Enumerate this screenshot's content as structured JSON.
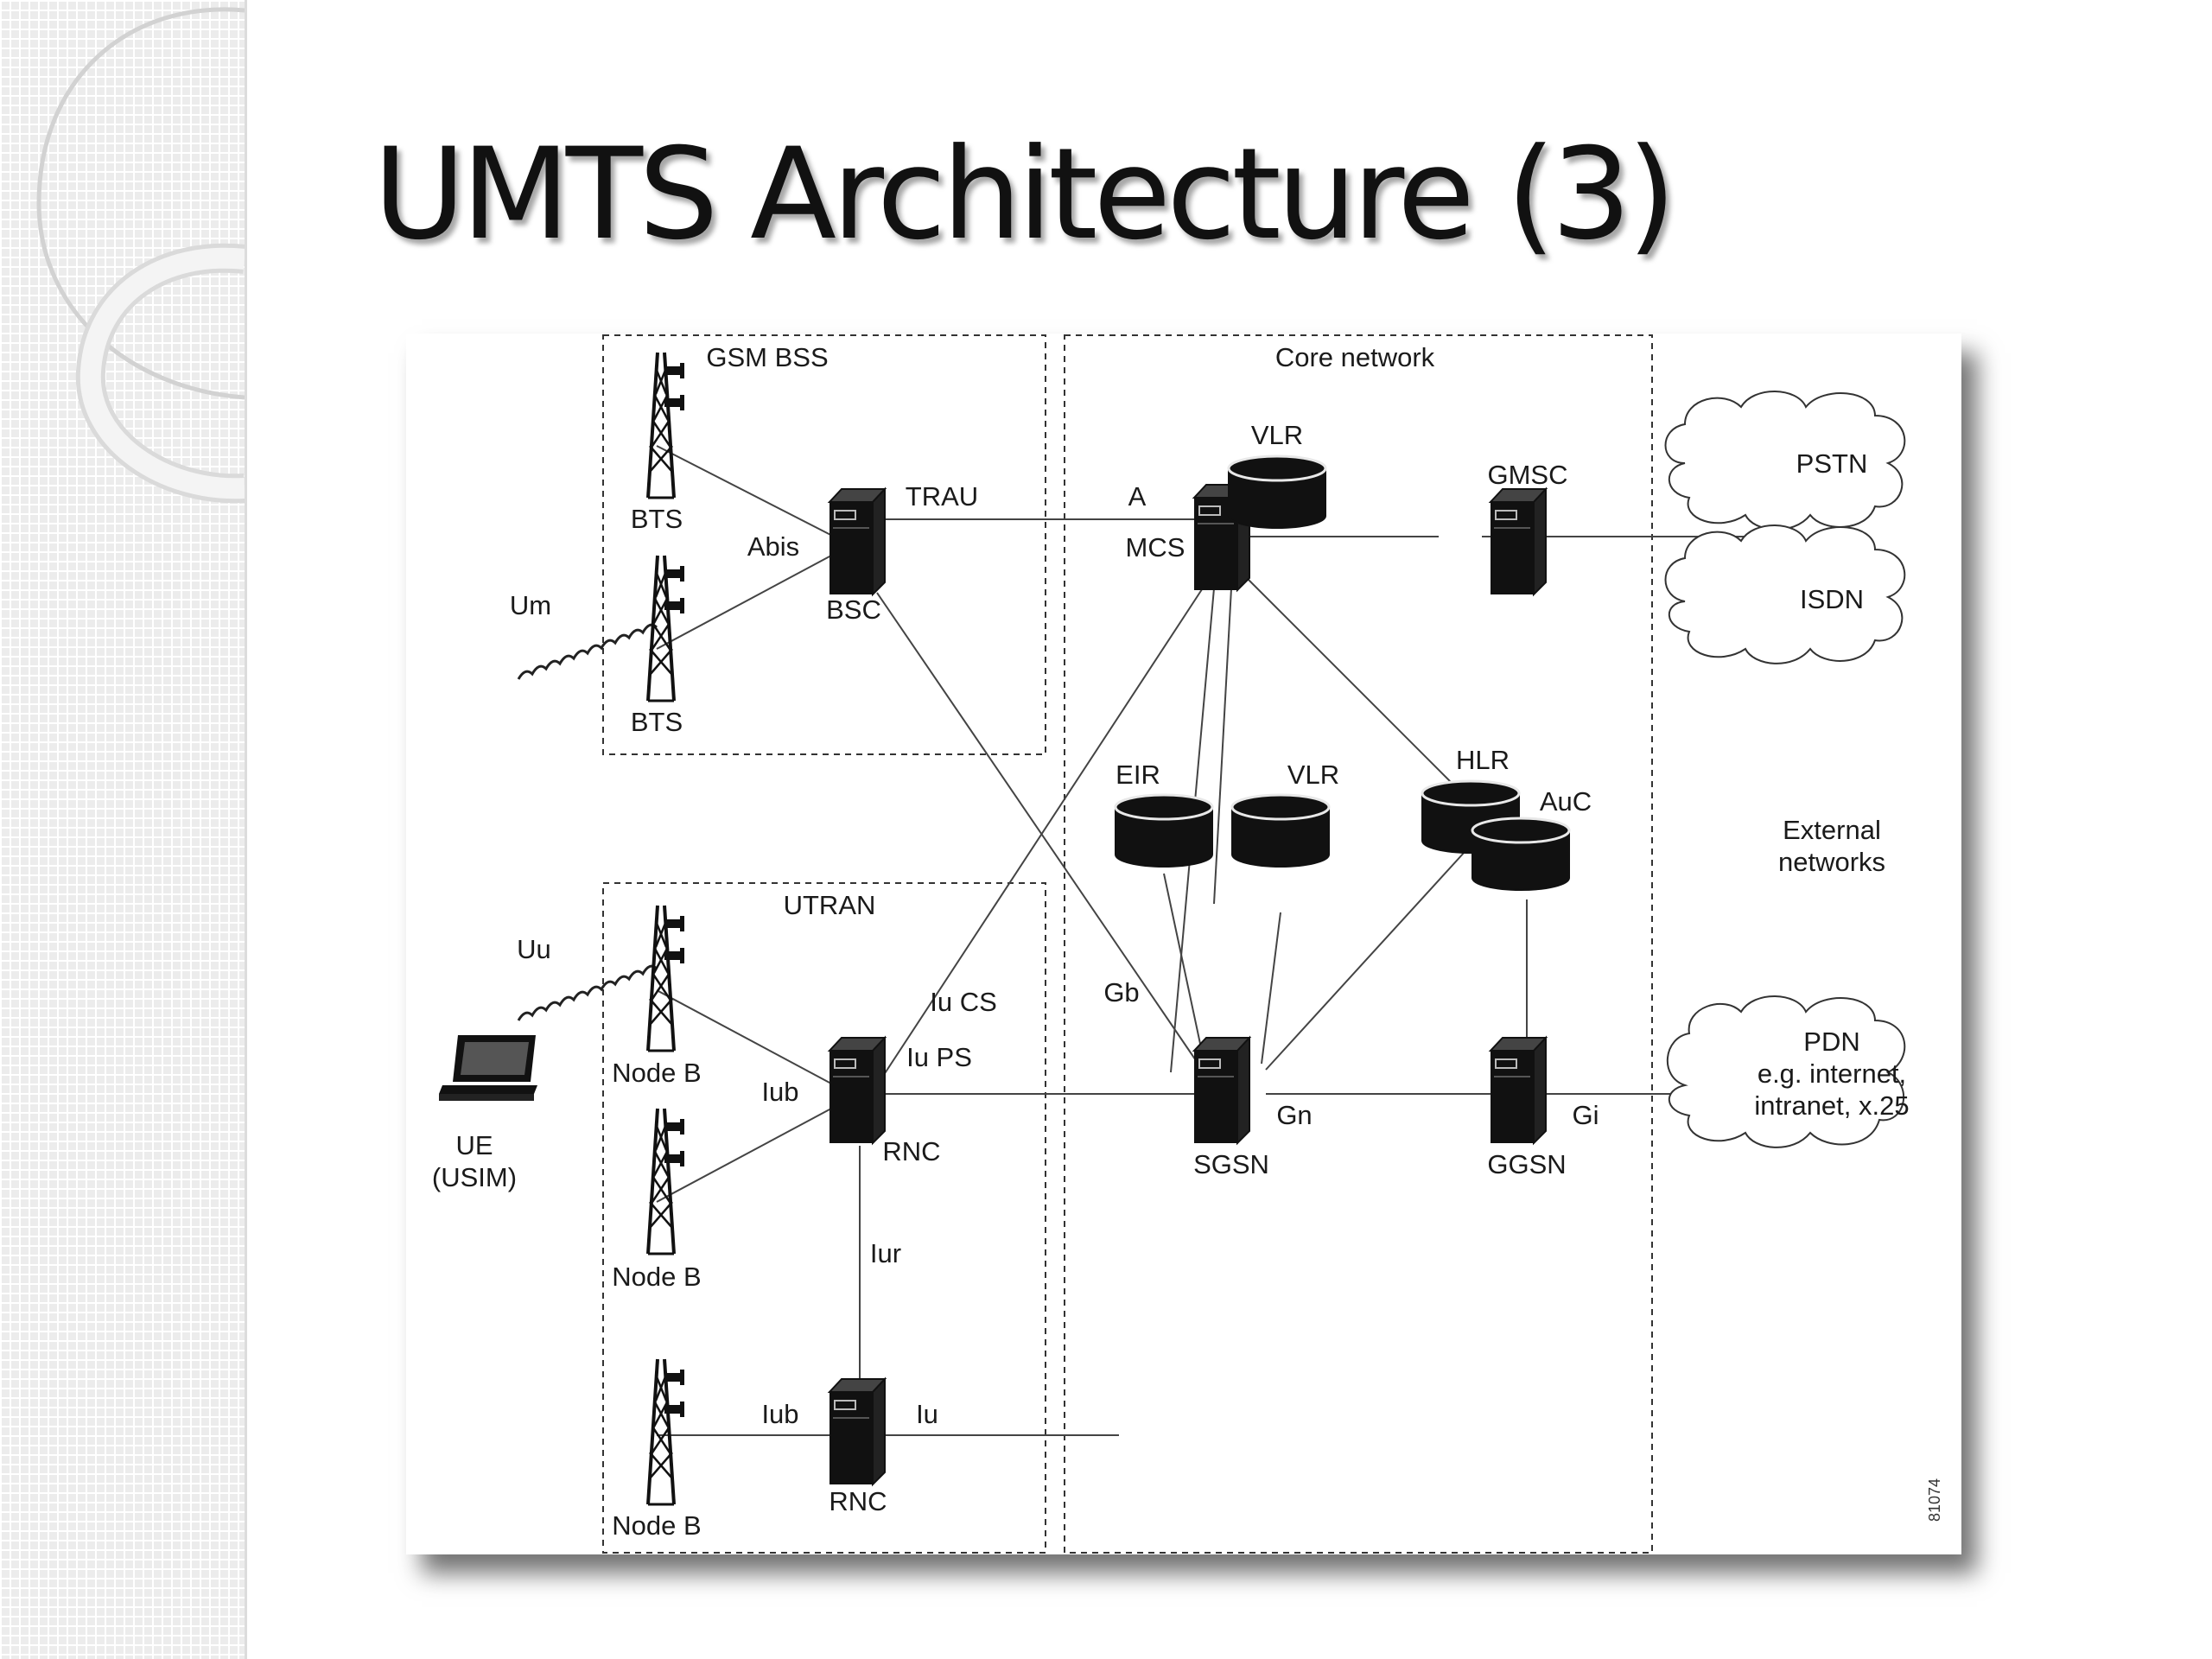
{
  "slide": {
    "title": "UMTS Architecture (3)"
  },
  "diagram": {
    "regions": {
      "gsm_bss": "GSM BSS",
      "core_network": "Core network",
      "utran": "UTRAN",
      "external_networks_line1": "External",
      "external_networks_line2": "networks"
    },
    "nodes": {
      "bts_top": "BTS",
      "bts_bottom": "BTS",
      "bsc": "BSC",
      "mcs": "MCS",
      "vlr_top": "VLR",
      "gmsc": "GMSC",
      "eir": "EIR",
      "vlr_mid": "VLR",
      "hlr": "HLR",
      "auc": "AuC",
      "nodeb_1": "Node B",
      "nodeb_2": "Node B",
      "nodeb_3": "Node B",
      "rnc_1": "RNC",
      "rnc_2": "RNC",
      "sgsn": "SGSN",
      "ggsn": "GGSN",
      "ue_line1": "UE",
      "ue_line2": "(USIM)"
    },
    "clouds": {
      "pstn": "PSTN",
      "isdn": "ISDN",
      "pdn_line1": "PDN",
      "pdn_line2": "e.g. internet,",
      "pdn_line3": "intranet, x.25"
    },
    "interfaces": {
      "um": "Um",
      "abis": "Abis",
      "trau": "TRAU",
      "a": "A",
      "uu": "Uu",
      "iub_1": "Iub",
      "iub_2": "Iub",
      "iu_cs": "Iu CS",
      "iu_ps": "Iu PS",
      "iur": "Iur",
      "iu": "Iu",
      "gb": "Gb",
      "gn": "Gn",
      "gi": "Gi"
    },
    "figure_id": "81074"
  }
}
